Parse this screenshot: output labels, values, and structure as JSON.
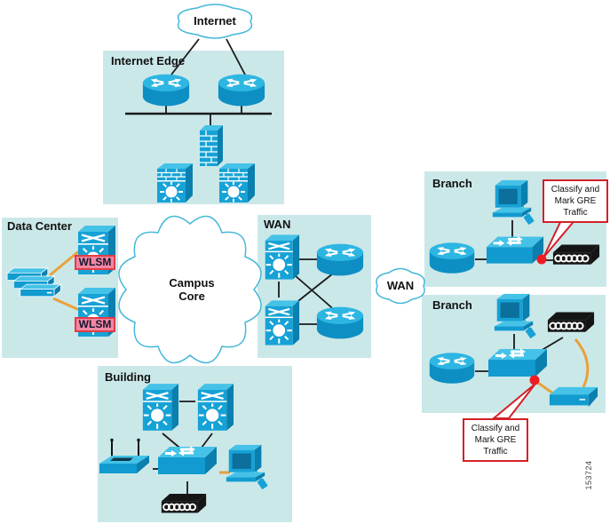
{
  "figure_number": "153724",
  "sections": {
    "internet_edge": "Internet Edge",
    "data_center": "Data Center",
    "wan": "WAN",
    "building": "Building",
    "branch_top": "Branch",
    "branch_bottom": "Branch"
  },
  "clouds": {
    "internet": "Internet",
    "campus_core": "Campus Core",
    "wan": "WAN"
  },
  "badges": {
    "wlsm_top": "WLSM",
    "wlsm_bottom": "WLSM"
  },
  "callouts": {
    "branch_top": "Classify and Mark GRE Traffic",
    "branch_bottom": "Classify and Mark GRE Traffic"
  },
  "colors": {
    "section_bg": "#cbe8e9",
    "device_front": "#16a2d6",
    "device_top": "#45c2e8",
    "device_side": "#0b7fae",
    "orange_link": "#e9a13b",
    "callout_red": "#d42028",
    "gre_dot_red": "#ed1c24",
    "badge_pink": "#f287a3",
    "cloud_stroke": "#44b8d8",
    "black_link": "#1a1a1a"
  },
  "icons": {
    "router": "cylinder-with-crossing-arrows",
    "chassis_switch": "box-with-x-arrows-and-sun",
    "firewall": "brick-wall",
    "firewall_switch": "brick-band-over-sun-switch",
    "workgroup_switch": "flat-3d-box-with-arrows",
    "server_stack": "three-stacked-slabs",
    "pc": "monitor-keyboard-mouse",
    "access_point_black": "black-box-with-rings",
    "wireless_access_point": "slab-with-two-antennas",
    "appliance": "flat-slab",
    "cloud": "bumpy-cloud-outline"
  },
  "topology": {
    "internet_edge": {
      "devices": [
        "router",
        "router",
        "firewall",
        "firewall-switch",
        "firewall-switch"
      ]
    },
    "data_center": {
      "devices": [
        "server-stack",
        "chassis-switch+WLSM",
        "chassis-switch+WLSM"
      ]
    },
    "wan": {
      "devices": [
        "chassis-switch",
        "chassis-switch",
        "router",
        "router"
      ]
    },
    "building": {
      "devices": [
        "chassis-switch",
        "chassis-switch",
        "workgroup-switch",
        "wireless-access-point",
        "pc",
        "access-point-black"
      ]
    },
    "branch_top": {
      "devices": [
        "pc",
        "router",
        "workgroup-switch",
        "access-point-black"
      ]
    },
    "branch_bottom": {
      "devices": [
        "pc",
        "router",
        "workgroup-switch",
        "access-point-black",
        "appliance"
      ]
    }
  }
}
